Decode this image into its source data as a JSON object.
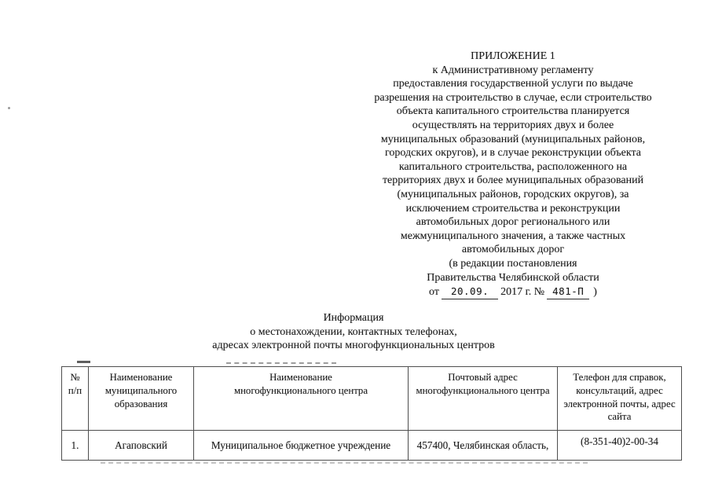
{
  "colors": {
    "background": "#ffffff",
    "ink": "#1c1c1c",
    "table_border": "#4e4e4e"
  },
  "header": {
    "lines": [
      "ПРИЛОЖЕНИЕ 1",
      "к Административному регламенту",
      "предоставления государственной услуги по выдаче",
      "разрешения на строительство в случае, если строительство",
      "объекта капитального строительства планируется",
      "осуществлять на территориях двух и более",
      "муниципальных образований (муниципальных районов,",
      "городских округов), и в случае реконструкции объекта",
      "капитального строительства, расположенного на",
      "территориях двух и более муниципальных образований",
      "(муниципальных районов, городских округов), за",
      "исключением строительства и реконструкции",
      "автомобильных дорог регионального или",
      "межмуниципального значения, а также частных",
      "автомобильных дорог",
      "(в редакции постановления",
      "Правительства Челябинской области"
    ],
    "date_line": {
      "prefix": "от",
      "date": "20.09.",
      "middle": "2017 г. №",
      "number": "481-П",
      "suffix": ")"
    }
  },
  "title": {
    "lines": [
      "Информация",
      "о местонахождении, контактных телефонах,",
      "адресах электронной почты многофункциональных центров"
    ]
  },
  "table": {
    "headers": [
      "№\nп/п",
      "Наименование\nмуниципального\nобразования",
      "Наименование\nмногофункционального центра",
      "Почтовый адрес\nмногофункционального центра",
      "Телефон для справок,\nконсультаций, адрес\nэлектронной почты, адрес\nсайта"
    ],
    "rows": [
      {
        "num": "1.",
        "municipality": "Агаповский",
        "center_name": "Муниципальное бюджетное учреждение",
        "postal_address": "457400, Челябинская область,",
        "phone": "(8-351-40)2-00-34"
      }
    ]
  }
}
